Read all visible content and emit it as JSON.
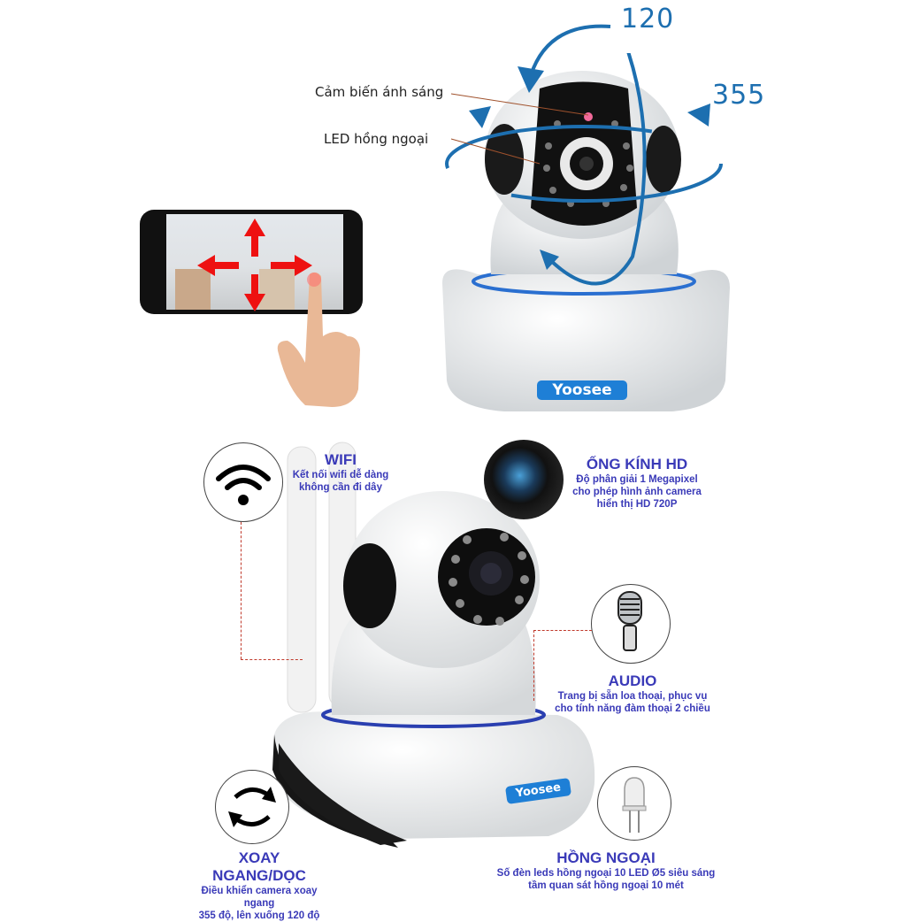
{
  "top_section": {
    "tilt_degrees": "120",
    "pan_degrees": "355",
    "callouts": {
      "light_sensor": "Cảm biến ánh sáng",
      "ir_led": "LED hồng ngoại"
    },
    "brand_logo": "Yoosee"
  },
  "features": {
    "wifi": {
      "title": "WIFI",
      "desc_line1": "Kết nối wifi dễ dàng",
      "desc_line2": "không cần đi dây"
    },
    "lens": {
      "title": "ỐNG KÍNH HD",
      "desc_line1": "Độ phân giải 1 Megapixel",
      "desc_line2": "cho phép hình ảnh camera",
      "desc_line3": "hiển thị HD 720P"
    },
    "audio": {
      "title": "AUDIO",
      "desc_line1": "Trang bị sẵn loa thoại, phục vụ",
      "desc_line2": "cho tính năng đàm thoại 2 chiều"
    },
    "rotate": {
      "title": "XOAY NGANG/DỌC",
      "desc_line1": "Điều khiển camera xoay ngang",
      "desc_line2": "355 độ, lên xuống 120 độ"
    },
    "infrared": {
      "title": "HỒNG NGOẠI",
      "desc_line1": "Số đèn leds hồng ngoại  10 LED Ø5 siêu sáng",
      "desc_line2": "tầm quan sát hồng ngoại 10 mét"
    }
  },
  "bottom_section": {
    "brand_logo": "Yoosee"
  },
  "colors": {
    "feature_text": "#3a3ab8",
    "arrow_blue": "#1d6fb0",
    "logo_blue": "#1e7fd6",
    "phone_arrow_red": "#ee1111",
    "dashed_line": "#c0392b"
  }
}
